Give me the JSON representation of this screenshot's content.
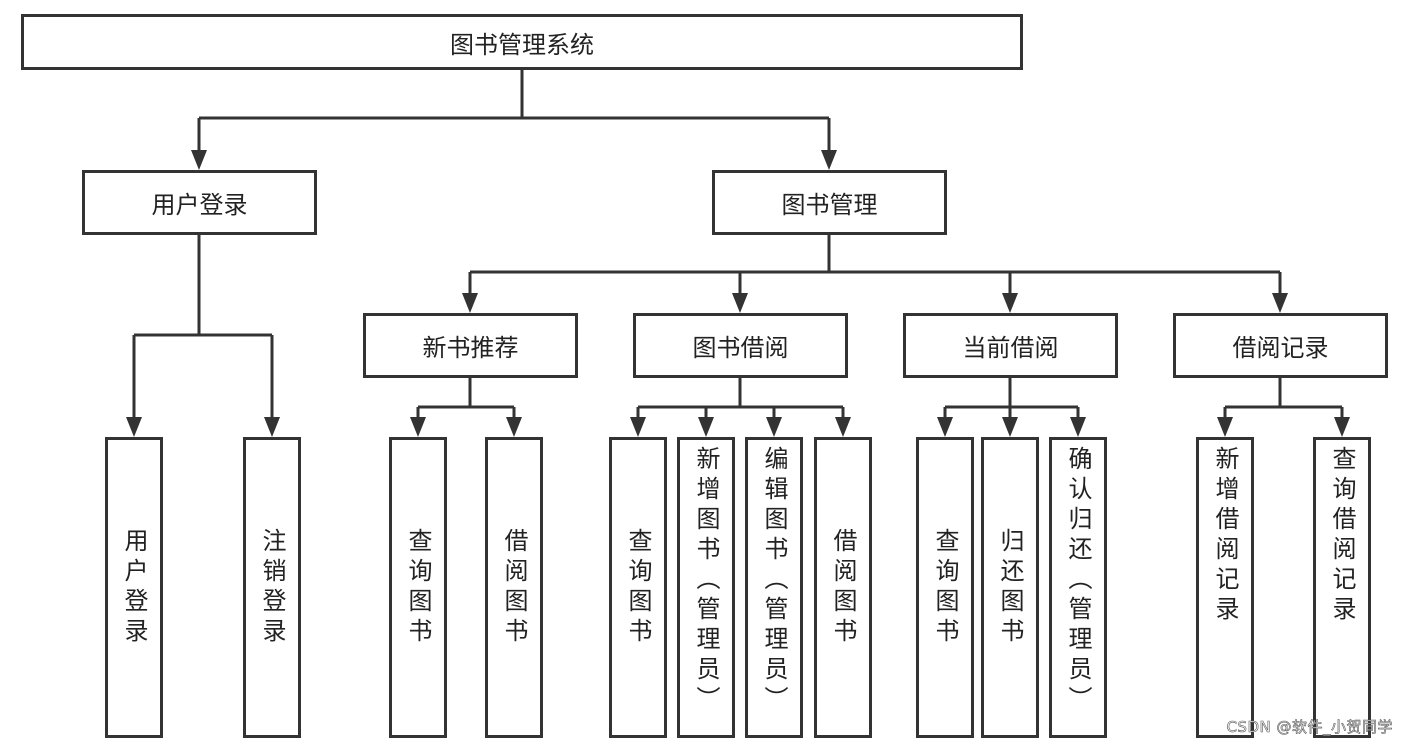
{
  "root": {
    "label": "图书管理系统"
  },
  "level1": [
    {
      "label": "用户登录",
      "children": [
        {
          "label": "用户登录",
          "leaves": null
        }
      ]
    },
    {
      "label": "图书管理"
    }
  ],
  "user_login": {
    "label": "用户登录",
    "leaves": [
      "用户登录",
      "注销登录"
    ]
  },
  "book_management": {
    "label": "图书管理",
    "modules": [
      {
        "label": "新书推荐",
        "leaves": [
          "查询图书",
          "借阅图书"
        ]
      },
      {
        "label": "图书借阅",
        "leaves": [
          "查询图书",
          "新增图书（管理员）",
          "编辑图书（管理员）",
          "借阅图书"
        ]
      },
      {
        "label": "当前借阅",
        "leaves": [
          "查询图书",
          "归还图书",
          "确认归还（管理员）"
        ]
      },
      {
        "label": "借阅记录",
        "leaves": [
          "新增借阅记录",
          "查询借阅记录"
        ]
      }
    ]
  },
  "watermark": "CSDN @软件_小贺同学",
  "colors": {
    "stroke": "#333333",
    "background": "#ffffff"
  }
}
